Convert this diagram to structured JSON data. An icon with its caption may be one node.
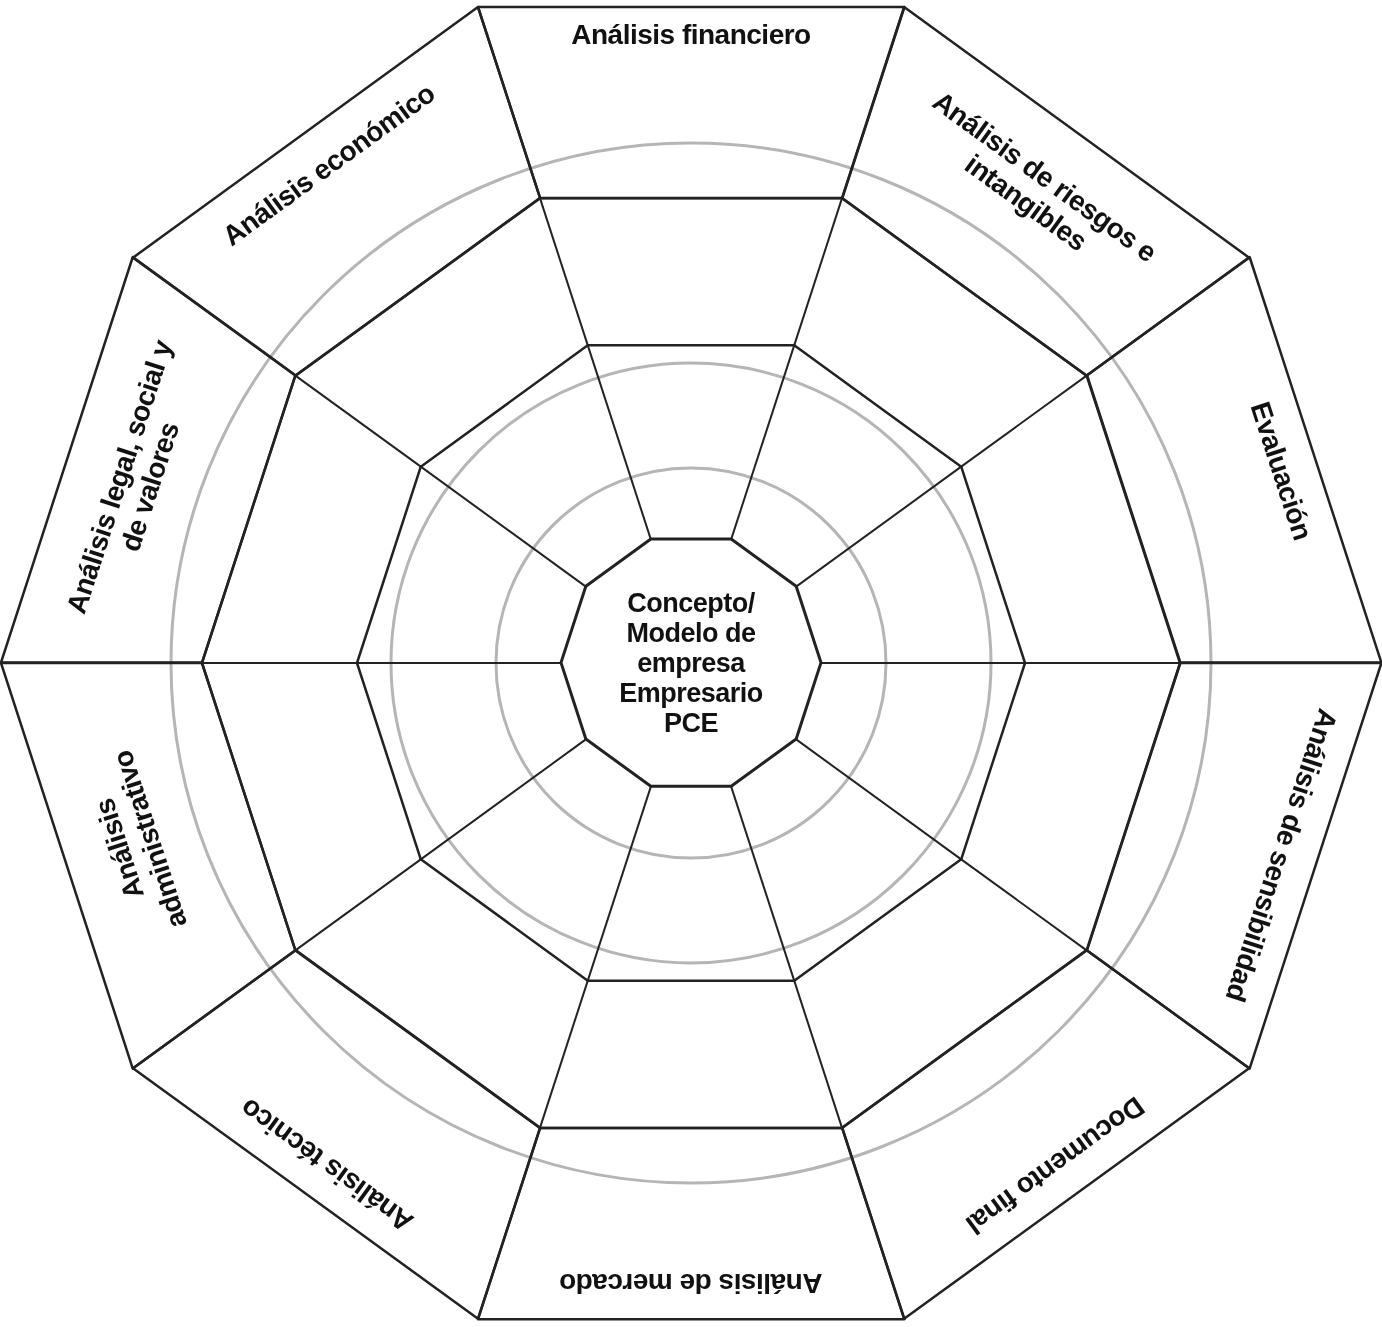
{
  "diagram": {
    "nodes": [
      {
        "text": [
          "Concepto/ Modelo de empresa Empresario PCE"
        ]
      },
      {
        "text": [
          "Análisis financiero"
        ]
      },
      {
        "text": [
          "Análisis de riesgos e intangibles"
        ]
      },
      {
        "text": [
          "Evaluación"
        ]
      },
      {
        "text": [
          "Análisis de sensibilidad"
        ]
      },
      {
        "text": [
          "Documento final"
        ]
      },
      {
        "text": [
          "Análisis de mercado"
        ]
      },
      {
        "text": [
          "Análisis técnico"
        ]
      },
      {
        "text": [
          "Análisis administrativo"
        ]
      },
      {
        "text": [
          "Análisis legal, social y de valores"
        ]
      },
      {
        "text": [
          "Análisis económico"
        ]
      }
    ]
  }
}
